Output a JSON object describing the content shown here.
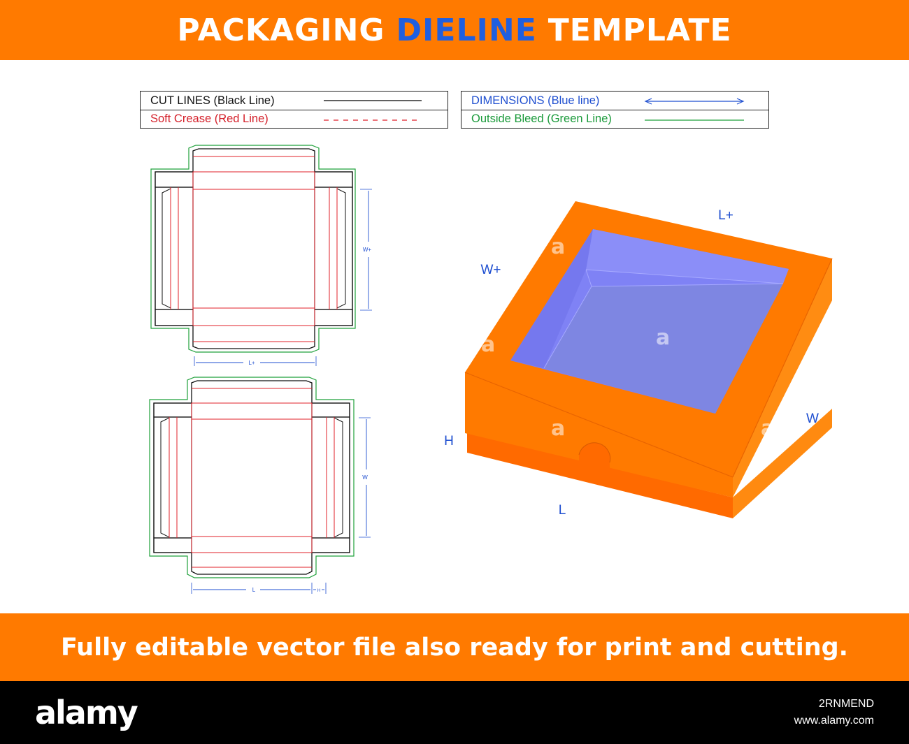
{
  "header": {
    "title_left": "PACKAGING",
    "title_accent": "DIELINE",
    "title_right": "TEMPLATE"
  },
  "legend": {
    "cut_lines": "CUT LINES (Black Line)",
    "soft_crease": "Soft Crease (Red Line)",
    "dimensions": "DIMENSIONS (Blue line)",
    "outside_bleed": "Outside Bleed (Green Line)"
  },
  "dieline_top": {
    "dim_side": "W+",
    "dim_bottom": "L+"
  },
  "dieline_bottom": {
    "dim_side": "W",
    "dim_bottom": "L",
    "dim_small": "H"
  },
  "box_3d": {
    "label_l_plus": "L+",
    "label_w_plus": "W+",
    "label_w": "W",
    "label_h": "H",
    "label_l": "L"
  },
  "footer": {
    "tagline": "Fully editable vector file also ready for print and cutting."
  },
  "brand": {
    "logo": "alamy",
    "image_code": "2RNMEND",
    "url": "www.alamy.com"
  },
  "watermark": "a",
  "colors": {
    "orange": "#ff7a00",
    "accent_blue": "#1f5fe0",
    "cut": "#000000",
    "crease": "#e0202a",
    "dimension": "#1f4fd0",
    "bleed": "#1fa03a",
    "window": "#7f82f5"
  }
}
